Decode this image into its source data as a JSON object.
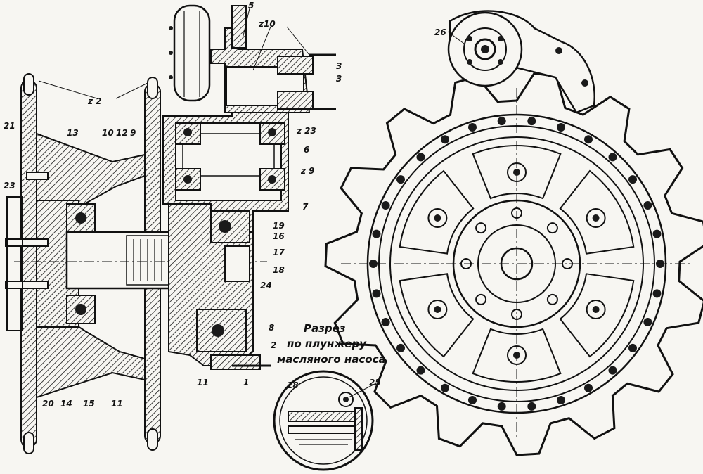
{
  "callouts": {
    "l_2": "z 2",
    "l_21": "21",
    "l_13": "13",
    "l_10": "10",
    "l_12": "12",
    "l_9": "9",
    "l_23": "23",
    "l_5": "5",
    "l_z10": "z10",
    "l_3a": "3",
    "l_3b": "3",
    "l_z23": "z 23",
    "l_6": "6",
    "l_z9": "z 9",
    "l_7": "7",
    "l_19": "19",
    "l_16": "16",
    "l_17": "17",
    "l_18": "18",
    "l_24": "24",
    "l_8": "8",
    "l_2b": "2",
    "l_11a": "11",
    "l_1": "1",
    "l_20": "20",
    "l_14": "14",
    "l_15": "15",
    "l_11b": "11",
    "l_26": "26",
    "l_18b": "18",
    "l_25": "25"
  },
  "section_caption": {
    "line1": "Разрез",
    "line2": "по плунжеру",
    "line3": "масляного насоса"
  }
}
